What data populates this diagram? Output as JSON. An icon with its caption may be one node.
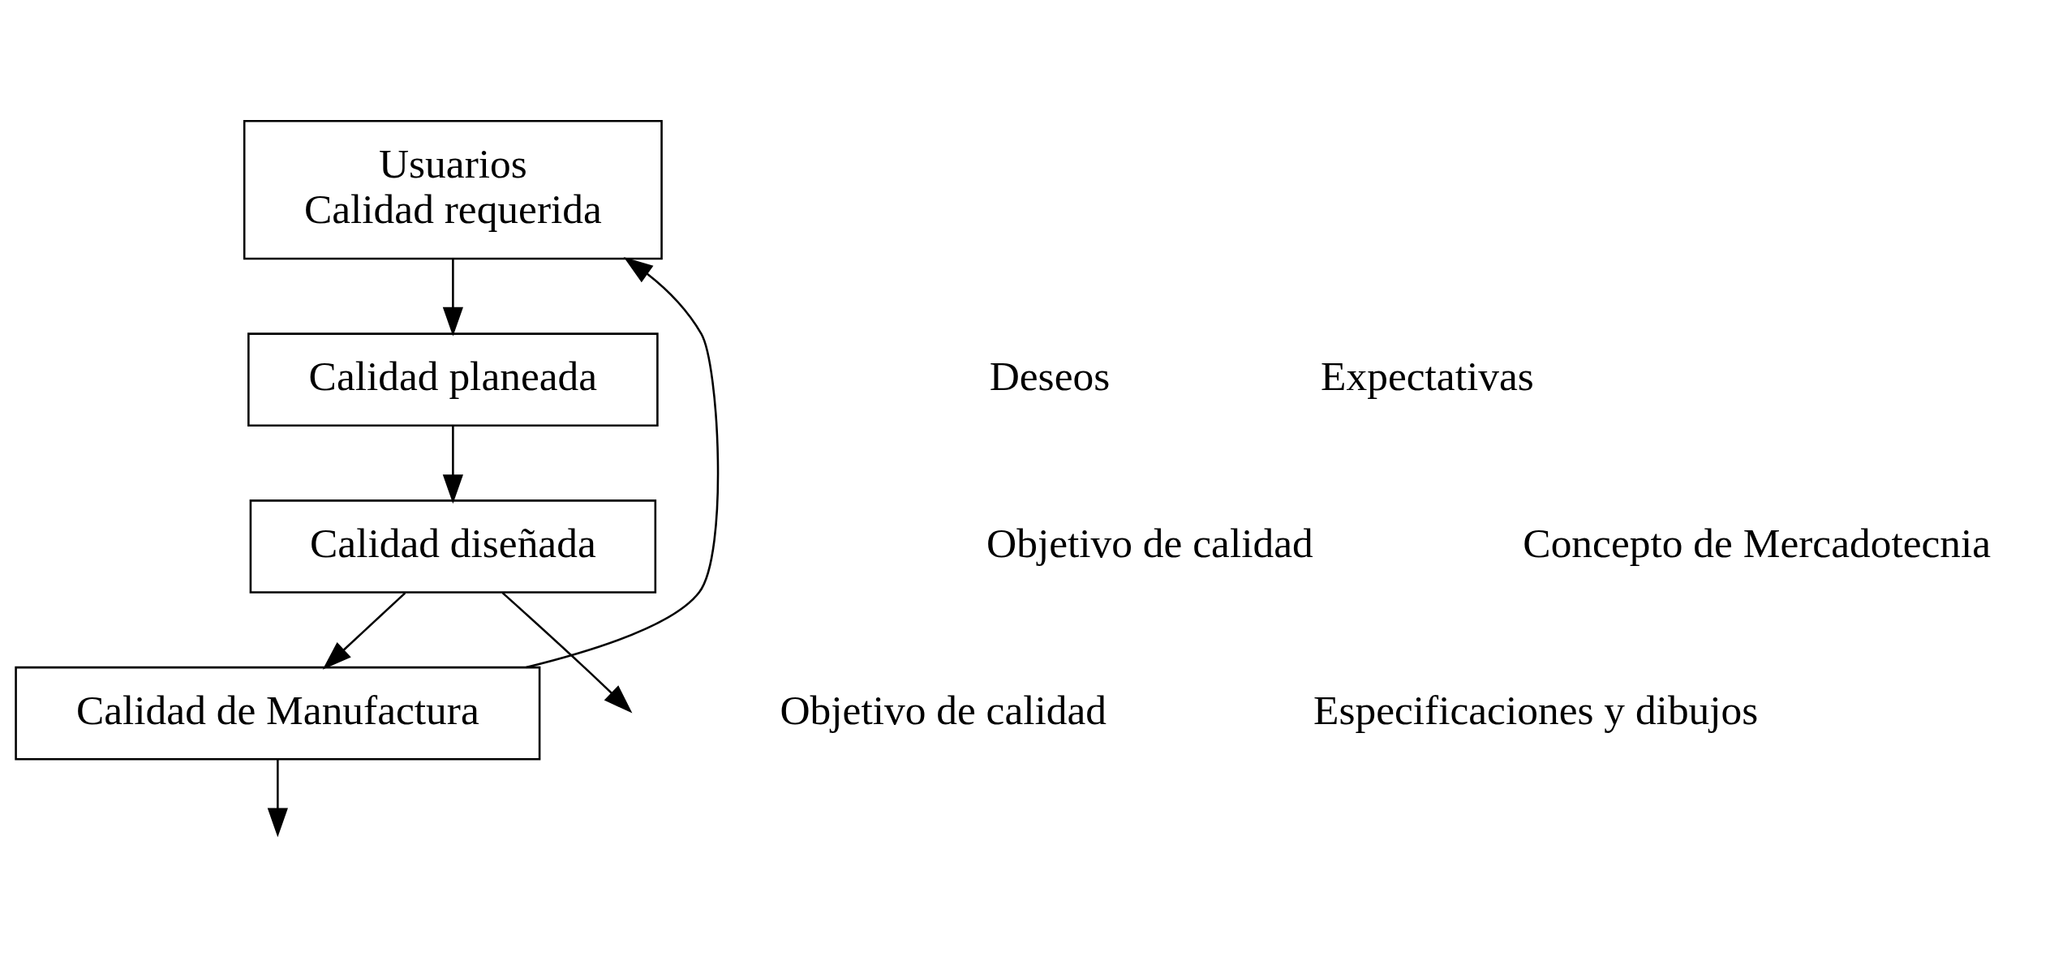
{
  "diagram": {
    "nodes": [
      {
        "text": [
          "Usuarios",
          "Calidad requerida"
        ]
      },
      {
        "text": [
          "Calidad planeada"
        ]
      },
      {
        "text": [
          "Calidad diseñada"
        ]
      },
      {
        "text": [
          "Calidad de Manufactura"
        ]
      }
    ],
    "edges": [
      {
        "from": 0,
        "to": 1,
        "arrow": "to"
      },
      {
        "from": 1,
        "to": 2,
        "arrow": "to"
      },
      {
        "from": 2,
        "to": 3,
        "arrow": "to"
      },
      {
        "from": 3,
        "to": 0,
        "arrow": "to"
      },
      {
        "from": 2,
        "to": null,
        "arrow": "to"
      },
      {
        "from": 3,
        "to": null,
        "arrow": "to"
      }
    ],
    "labels": [
      "Deseos",
      "Expectativas",
      "Objetivo de calidad",
      "Concepto de Mercadotecnia",
      "Objetivo de calidad",
      "Especificaciones y dibujos"
    ]
  }
}
